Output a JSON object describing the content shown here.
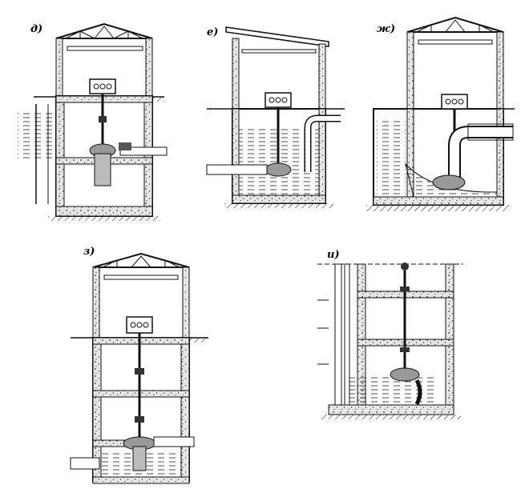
{
  "figure": {
    "panels": [
      {
        "id": "d",
        "label": "д)"
      },
      {
        "id": "e",
        "label": "е)"
      },
      {
        "id": "zh",
        "label": "ж)"
      },
      {
        "id": "z",
        "label": "з)"
      },
      {
        "id": "i",
        "label": "и)"
      }
    ]
  },
  "colors": {
    "ink": "#111111",
    "paper": "#ffffff",
    "concrete": "#dcdcdc",
    "water": "#bdbdbd"
  },
  "icons": [
    "roof-truss-icon",
    "motor-icon",
    "pump-icon",
    "pipe-icon",
    "ground-hatch-icon",
    "water-hatch-icon"
  ]
}
